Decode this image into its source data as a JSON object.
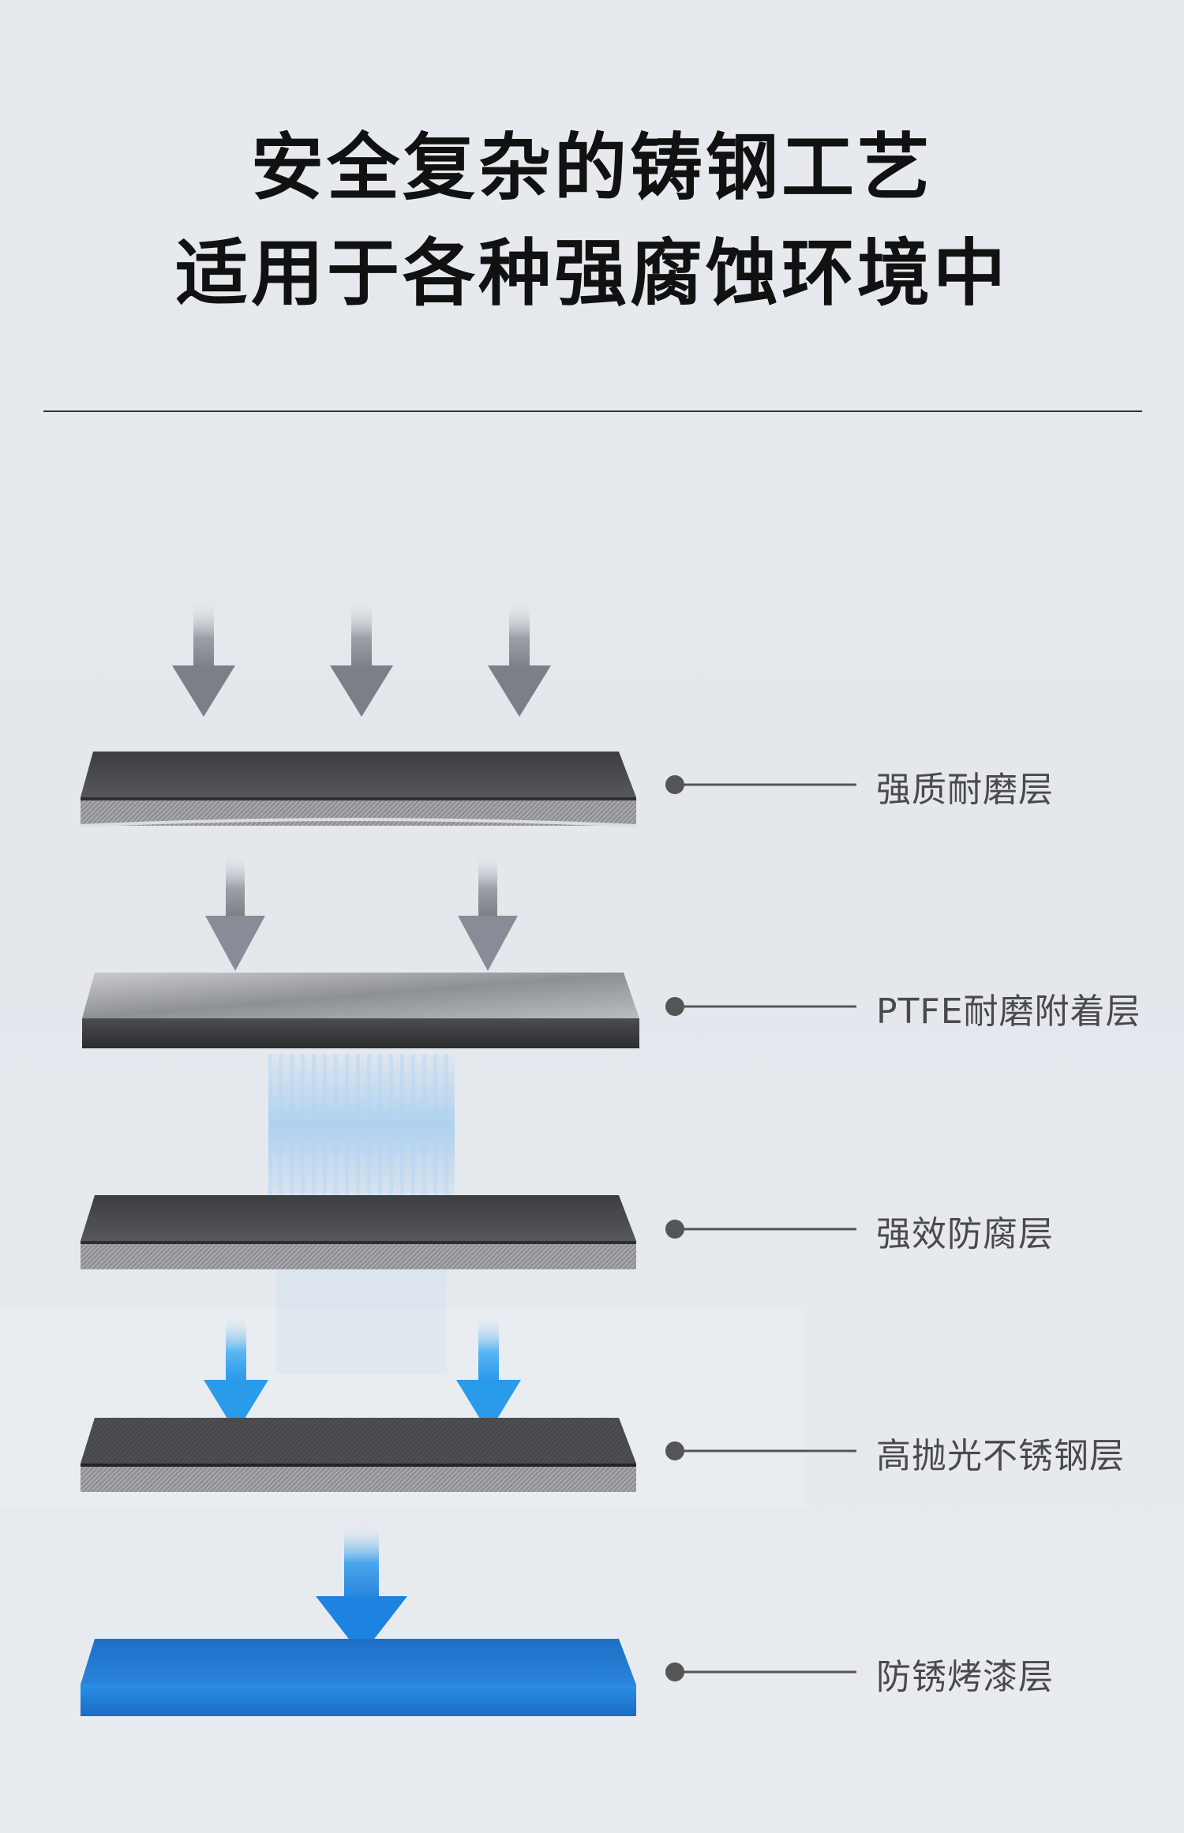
{
  "header": {
    "line1": "安全复杂的铸钢工艺",
    "line2": "适用于各种强腐蚀环境中"
  },
  "layers": [
    {
      "label": "强质耐磨层",
      "style": "dark-mesh"
    },
    {
      "label": "PTFE耐磨附着层",
      "style": "brushed-steel"
    },
    {
      "label": "强效防腐层",
      "style": "dark-mesh"
    },
    {
      "label": "高抛光不锈钢层",
      "style": "dark-mesh"
    },
    {
      "label": "防锈烤漆层",
      "style": "blue-paint"
    }
  ],
  "colors": {
    "accent_blue": "#1e7fd6",
    "arrow_gray": "#8a8d93",
    "arrow_blue": "#2a9be8",
    "connector": "#555555"
  }
}
